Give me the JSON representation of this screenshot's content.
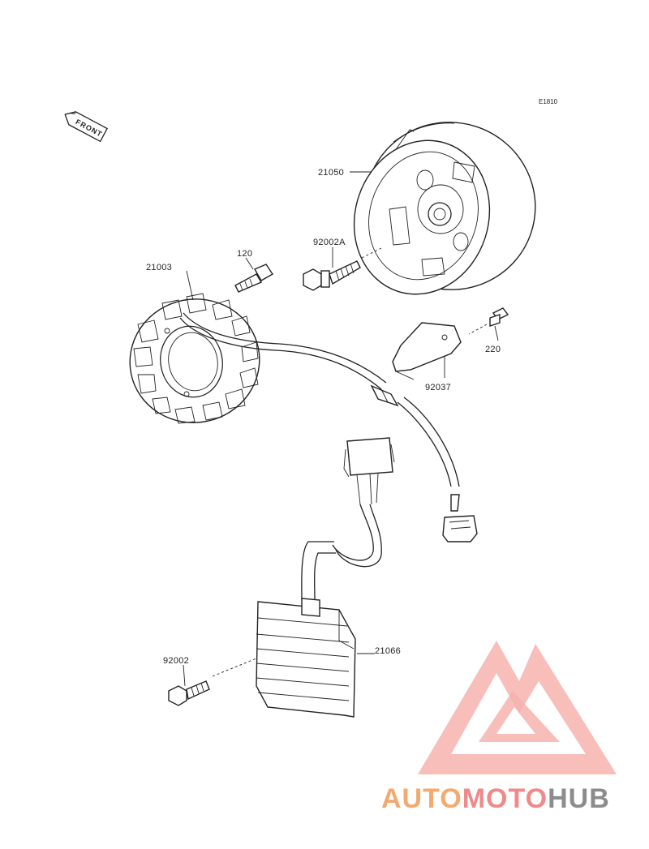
{
  "diagram": {
    "code": "E1810",
    "front_label": "FRONT",
    "parts": [
      {
        "id": "flywheel",
        "number": "21050"
      },
      {
        "id": "flywheel-bolt",
        "number": "92002A"
      },
      {
        "id": "stator-bolt",
        "number": "120"
      },
      {
        "id": "stator",
        "number": "21003"
      },
      {
        "id": "clamp-screw",
        "number": "220"
      },
      {
        "id": "clamp",
        "number": "92037"
      },
      {
        "id": "regulator",
        "number": "21066"
      },
      {
        "id": "regulator-bolt",
        "number": "92002"
      }
    ]
  },
  "watermark": {
    "part1": "AUTO",
    "part2": "MOTO",
    "part3": "HUB",
    "colors": {
      "auto": "#f3a86b",
      "moto": "#f08888",
      "hub": "#8a8a8a",
      "triangle": "#f29a94"
    }
  }
}
